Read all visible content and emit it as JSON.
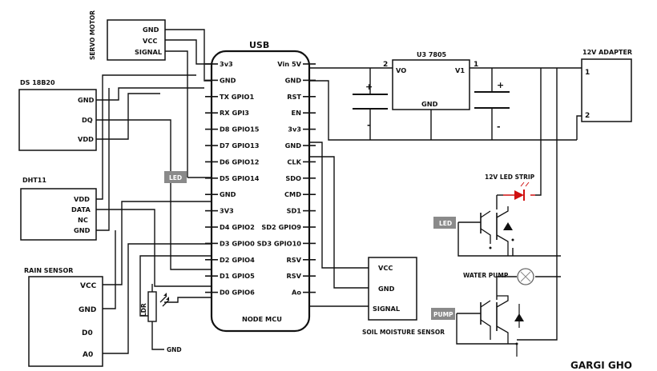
{
  "mcu": {
    "usb_label": "USB",
    "name": "NODE MCU",
    "left_pins": [
      "3v3",
      "GND",
      "TX GPIO1",
      "RX GPI3",
      "D8 GPIO15",
      "D7 GPIO13",
      "D6 GPIO12",
      "D5 GPIO14",
      "GND",
      "3V3",
      "D4 GPIO2",
      "D3 GPIO0",
      "D2 GPIO4",
      "D1 GPIO5",
      "D0 GPIO6"
    ],
    "right_pins": [
      "Vin 5V",
      "GND",
      "RST",
      "EN",
      "3v3",
      "GND",
      "CLK",
      "SDO",
      "CMD",
      "SD1",
      "SD2 GPIO9",
      "SD3 GPIO10",
      "RSV",
      "RSV",
      "Ao"
    ]
  },
  "servo": {
    "title": "SERVO MOTOR",
    "pins": [
      "GND",
      "VCC",
      "SIGNAL"
    ]
  },
  "ds18b20": {
    "title": "DS 18B20",
    "pins": [
      "GND",
      "DQ",
      "VDD"
    ]
  },
  "dht11": {
    "title": "DHT11",
    "pins": [
      "VDD",
      "DATA",
      "NC",
      "GND"
    ]
  },
  "rain": {
    "title": "RAIN SENSOR",
    "pins": [
      "VCC",
      "GND",
      "D0",
      "A0"
    ]
  },
  "soil": {
    "title": "SOIL MOISTURE SENSOR",
    "pins": [
      "VCC",
      "GND",
      "SIGNAL"
    ]
  },
  "regulator": {
    "title": "U3 7805",
    "vo": "VO",
    "v1": "V1",
    "gnd": "GND",
    "pin_left": "2",
    "pin_right": "1"
  },
  "adapter": {
    "title": "12V ADAPTER",
    "pins": [
      "1",
      "2"
    ]
  },
  "cap": {
    "plus": "+",
    "minus": "-"
  },
  "led_tag": "LED",
  "ldr": {
    "label": "LDR",
    "gnd": "GND"
  },
  "led_strip_label": "12V LED STRIP",
  "led_driver_tag": "LED",
  "water_pump_label": "WATER PUMP",
  "pump_tag": "PUMP",
  "author": "GARGI GHO"
}
